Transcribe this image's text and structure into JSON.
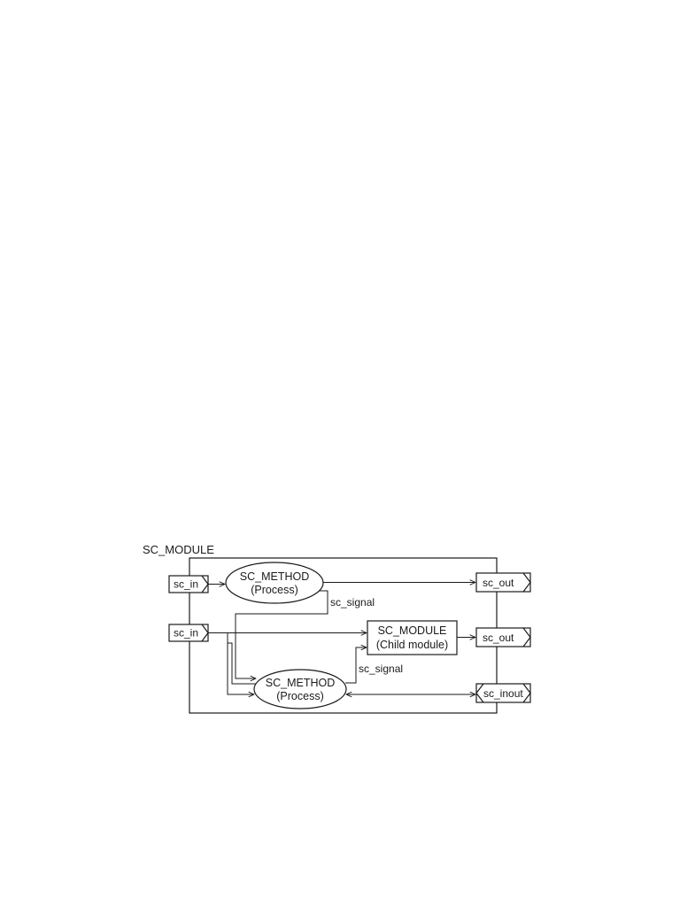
{
  "diagram": {
    "title": "SC_MODULE",
    "ports": {
      "in_top": "sc_in",
      "in_mid": "sc_in",
      "out_top": "sc_out",
      "out_mid": "sc_out",
      "inout": "sc_inout"
    },
    "process_top": {
      "line1": "SC_METHOD",
      "line2": "(Process)"
    },
    "process_bottom": {
      "line1": "SC_METHOD",
      "line2": "(Process)"
    },
    "child_module": {
      "line1": "SC_MODULE",
      "line2": "(Child module)"
    },
    "signal_top": "sc_signal",
    "signal_bottom": "sc_signal"
  }
}
